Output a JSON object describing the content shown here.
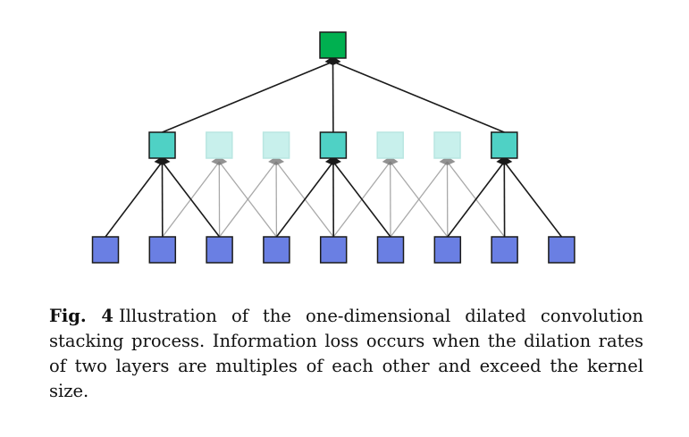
{
  "figure": {
    "label": "Fig. 4",
    "caption": "Illustration of the one-dimensional dilated convolution stacking process. Information loss occurs when the dilation rates of two layers are multiples of each other and exceed the kernel size."
  },
  "diagram": {
    "colors": {
      "input": "#6a7fe3",
      "active_hidden": "#4fd1c5",
      "inactive_hidden": "#c8f0ec",
      "output": "#00b050",
      "stroke": "#1a1a1a"
    },
    "layers": {
      "input_count": 9,
      "hidden_count": 7,
      "hidden_active": [
        0,
        3,
        6
      ],
      "output_count": 1
    },
    "connections": {
      "hidden_to_input": [
        {
          "hidden": 0,
          "inputs": [
            0,
            1,
            2
          ],
          "active": true
        },
        {
          "hidden": 1,
          "inputs": [
            1,
            2,
            3
          ],
          "active": false
        },
        {
          "hidden": 2,
          "inputs": [
            2,
            3,
            4
          ],
          "active": false
        },
        {
          "hidden": 3,
          "inputs": [
            3,
            4,
            5
          ],
          "active": true
        },
        {
          "hidden": 4,
          "inputs": [
            4,
            5,
            6
          ],
          "active": false
        },
        {
          "hidden": 5,
          "inputs": [
            5,
            6,
            7
          ],
          "active": false
        },
        {
          "hidden": 6,
          "inputs": [
            6,
            7,
            8
          ],
          "active": true
        }
      ],
      "output_to_hidden": [
        0,
        3,
        6
      ]
    }
  }
}
